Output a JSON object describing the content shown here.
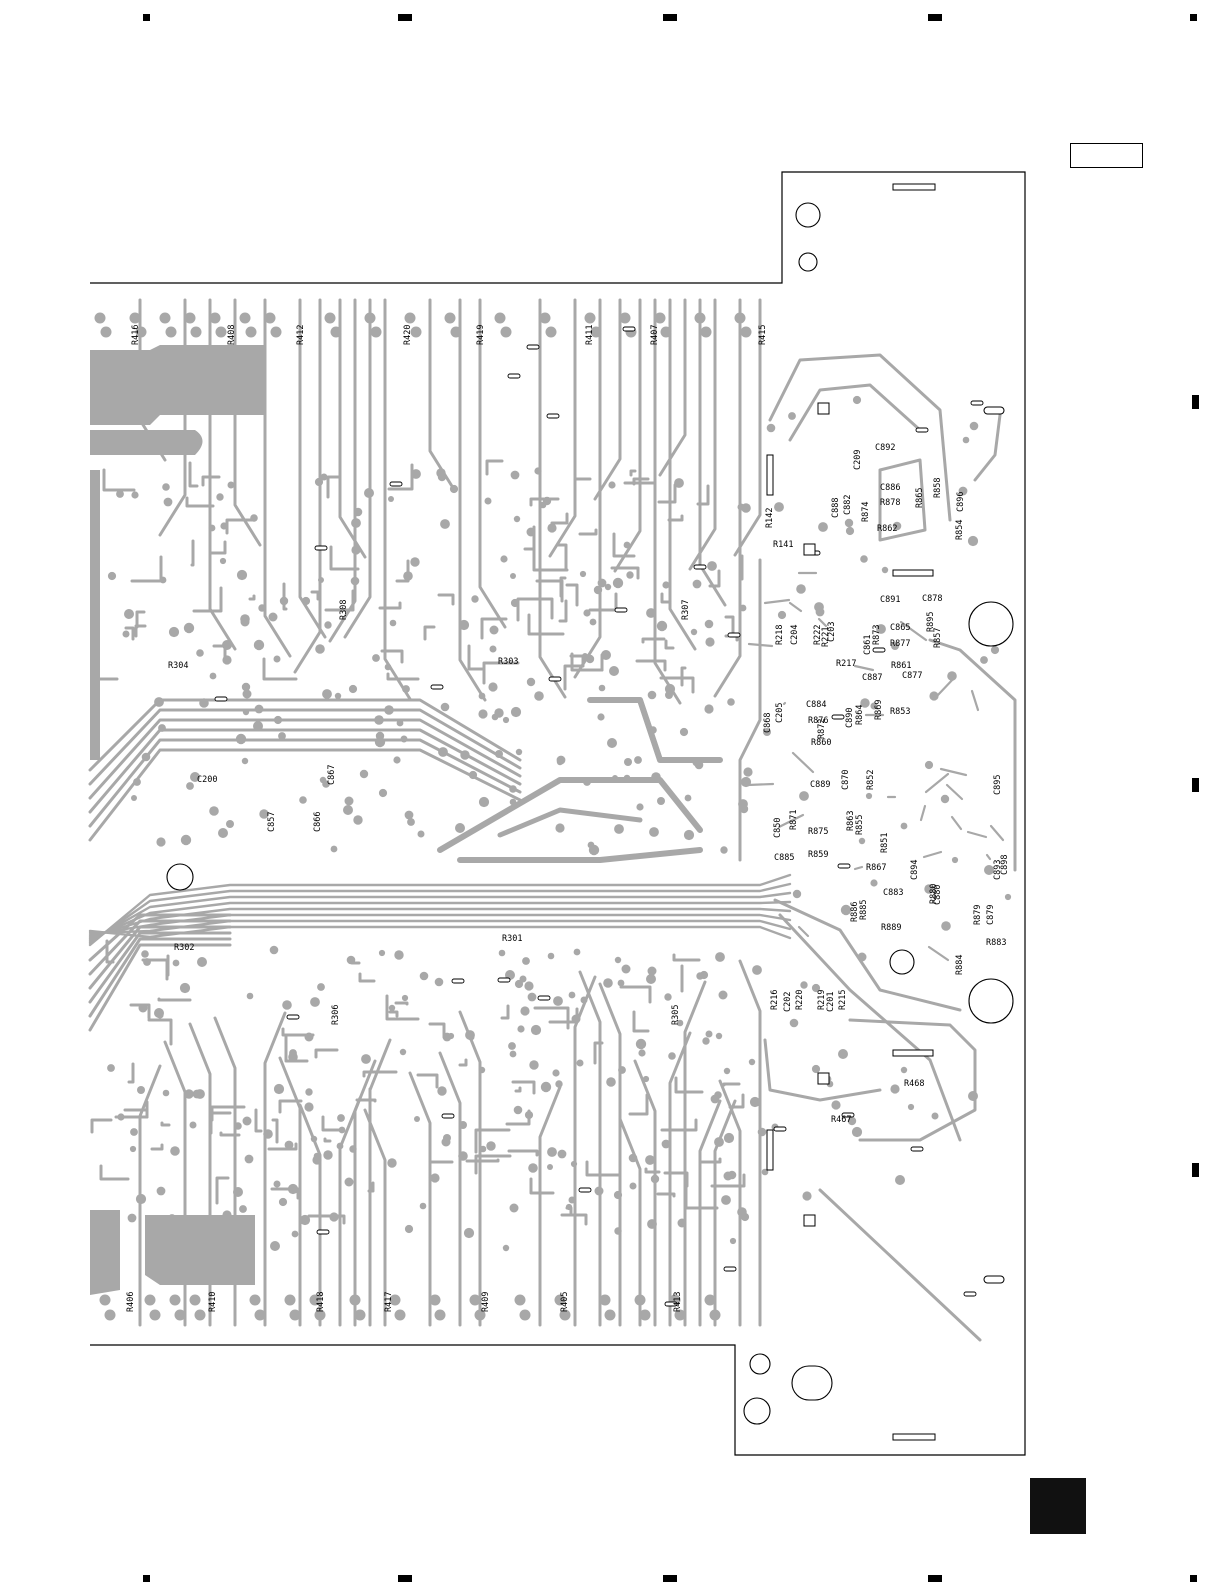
{
  "board": {
    "trace_color": "#a8a8a8",
    "outline_color": "#000000",
    "label_color": "#000000",
    "background": "#ffffff"
  },
  "labels": {
    "resistors_top": [
      "R416",
      "R408",
      "R412",
      "R420",
      "R419",
      "R411",
      "R407",
      "R415"
    ],
    "resistors_bottom": [
      "R406",
      "R410",
      "R418",
      "R417",
      "R409",
      "R405",
      "R413"
    ],
    "resistors_mid": [
      "R308",
      "R307",
      "R304",
      "R303",
      "R302",
      "R301",
      "R306",
      "R305"
    ],
    "r_right": [
      "R142",
      "R141",
      "R218",
      "R222",
      "R221",
      "R217",
      "R216",
      "R220",
      "R219",
      "R215",
      "R468",
      "R467"
    ],
    "r_cluster": [
      "R878",
      "R874",
      "R865",
      "R858",
      "R862",
      "R854",
      "R873",
      "R895",
      "R857",
      "R877",
      "R861",
      "R872",
      "R876",
      "R860",
      "R864",
      "R869",
      "R853",
      "R852",
      "R871",
      "R875",
      "R863",
      "R855",
      "R851",
      "R859",
      "R867",
      "R880",
      "R879",
      "R883",
      "R884",
      "R886",
      "R885",
      "R889"
    ],
    "capacitors": [
      "C892",
      "C886",
      "C888",
      "C882",
      "C896",
      "C891",
      "C878",
      "C861",
      "C865",
      "C887",
      "C877",
      "C204",
      "C203",
      "C890",
      "C884",
      "C202",
      "C201",
      "C898",
      "C895",
      "C889",
      "C850",
      "C870",
      "C893",
      "C894",
      "C883",
      "C880",
      "C879",
      "C868",
      "C205",
      "C200",
      "C867",
      "C866",
      "C857",
      "C885",
      "C209"
    ]
  }
}
